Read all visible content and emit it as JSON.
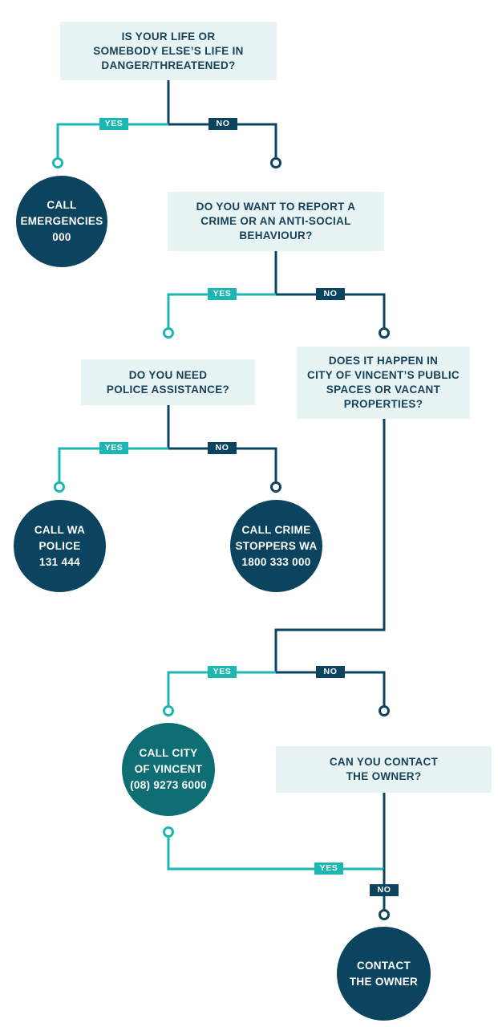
{
  "questions": {
    "q1": [
      "IS YOUR LIFE OR",
      "SOMEBODY ELSE’S LIFE IN",
      "DANGER/THREATENED?"
    ],
    "q2": [
      "DO YOU WANT TO REPORT A",
      "CRIME OR AN ANTI-SOCIAL",
      "BEHAVIOUR?"
    ],
    "q3": [
      "DO YOU NEED",
      "POLICE ASSISTANCE?"
    ],
    "q4": [
      "DOES IT HAPPEN IN",
      "CITY OF VINCENT’S PUBLIC",
      "SPACES OR VACANT",
      "PROPERTIES?"
    ],
    "q5": [
      "CAN YOU CONTACT",
      "THE OWNER?"
    ]
  },
  "outcomes": {
    "emergencies": [
      "CALL",
      "EMERGENCIES",
      "000"
    ],
    "police": [
      "CALL WA",
      "POLICE",
      "131 444"
    ],
    "crime_stoppers": [
      "CALL CRIME",
      "STOPPERS WA",
      "1800 333 000"
    ],
    "city_of_vincent": [
      "CALL CITY",
      "OF VINCENT",
      "(08) 9273 6000"
    ],
    "owner": [
      "CONTACT",
      "THE OWNER"
    ]
  },
  "labels": {
    "yes": "YES",
    "no": "NO"
  },
  "colors": {
    "navy": "#0c4460",
    "teal": "#1cb6b3",
    "dark_teal": "#0e6e73",
    "box_fill": "#e8f3f4",
    "question_text": "#17425a"
  }
}
